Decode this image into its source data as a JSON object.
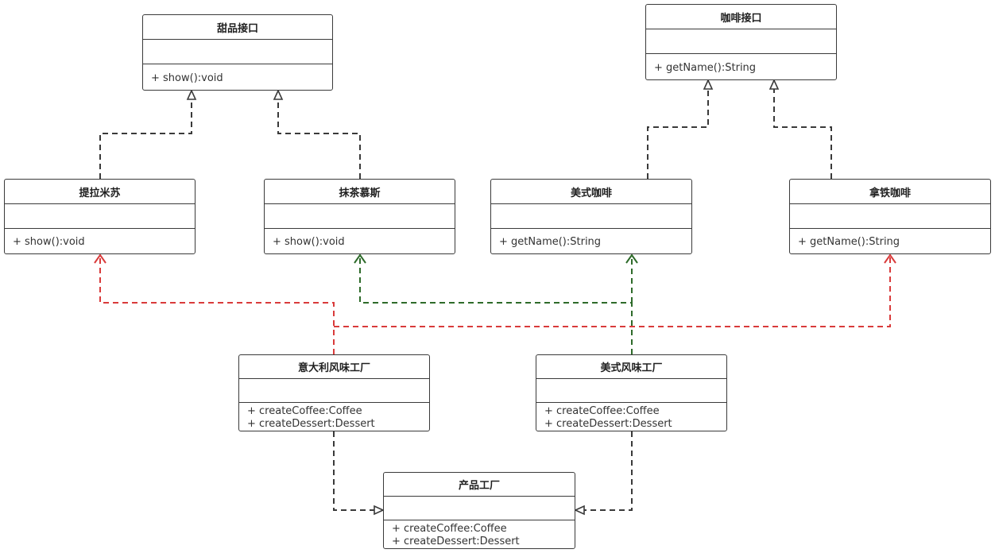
{
  "classes": {
    "dessert_interface": {
      "name": "甜品接口",
      "methods": [
        "+ show():void"
      ]
    },
    "coffee_interface": {
      "name": "咖啡接口",
      "methods": [
        "+ getName():String"
      ]
    },
    "tiramisu": {
      "name": "提拉米苏",
      "methods": [
        "+ show():void"
      ]
    },
    "matcha_mousse": {
      "name": "抹茶慕斯",
      "methods": [
        "+ show():void"
      ]
    },
    "americano": {
      "name": "美式咖啡",
      "methods": [
        "+ getName():String"
      ]
    },
    "latte": {
      "name": "拿铁咖啡",
      "methods": [
        "+ getName():String"
      ]
    },
    "italian_factory": {
      "name": "意大利风味工厂",
      "methods": [
        "+ createCoffee:Coffee",
        "+ createDessert:Dessert"
      ]
    },
    "american_factory": {
      "name": "美式风味工厂",
      "methods": [
        "+ createCoffee:Coffee",
        "+ createDessert:Dessert"
      ]
    },
    "product_factory": {
      "name": "产品工厂",
      "methods": [
        "+ createCoffee:Coffee",
        "+ createDessert:Dessert"
      ]
    }
  },
  "colors": {
    "box_border": "#3a3a3a",
    "realization_line": "#3a3a3a",
    "italian_dependency": "#d93b3b",
    "american_dependency": "#2e6b2a"
  }
}
